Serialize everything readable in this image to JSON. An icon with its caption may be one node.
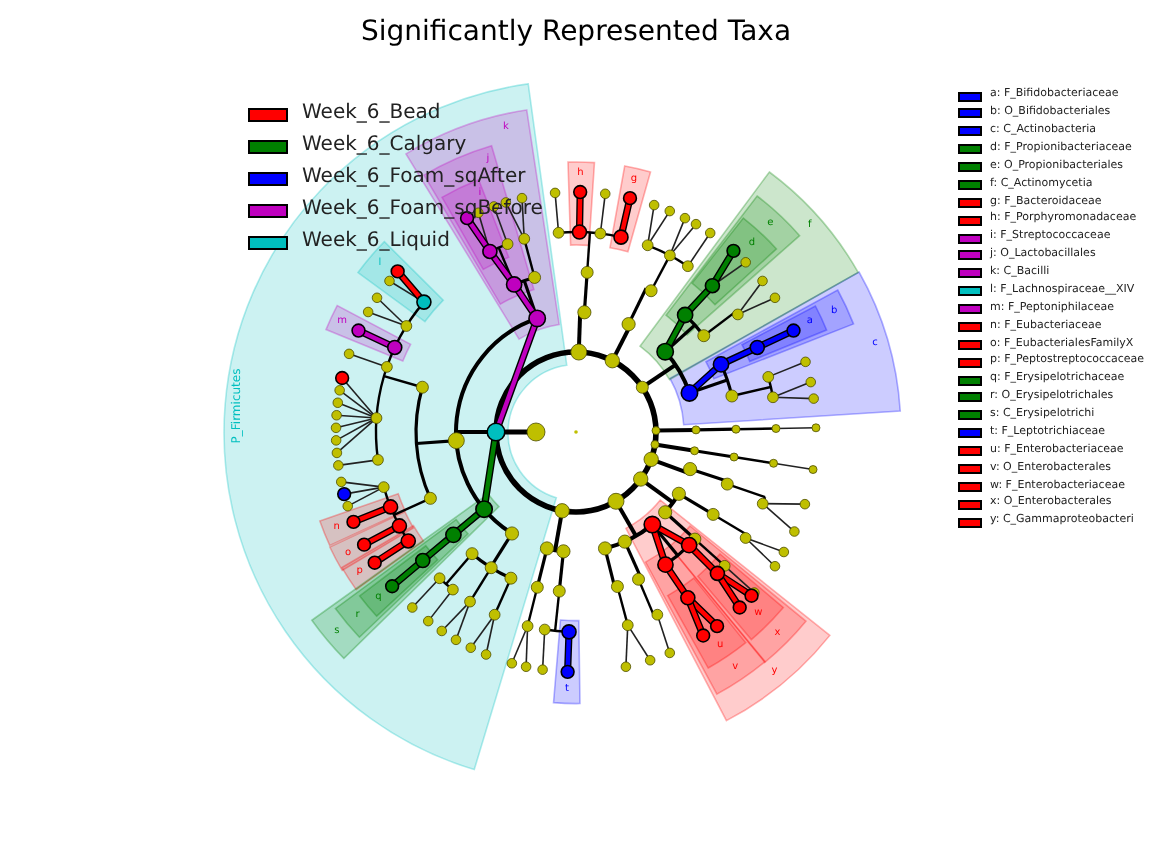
{
  "diagram": {
    "title": "Significantly Represented Taxa",
    "nodes": [
      {
        "text": [
          "P_Firmicutes"
        ]
      },
      {
        "text": [
          "c"
        ]
      },
      {
        "text": [
          "b"
        ],
        "in": 1
      },
      {
        "text": [
          "a"
        ],
        "in": 2
      },
      {
        "text": [
          "f"
        ]
      },
      {
        "text": [
          "e"
        ],
        "in": 4
      },
      {
        "text": [
          "d"
        ],
        "in": 5
      },
      {
        "text": [
          "g"
        ]
      },
      {
        "text": [
          "h"
        ]
      },
      {
        "text": [
          "k"
        ],
        "in": 0
      },
      {
        "text": [
          "j"
        ],
        "in": 9
      },
      {
        "text": [
          "i"
        ],
        "in": 10
      },
      {
        "text": [
          "l"
        ],
        "in": 0
      },
      {
        "text": [
          "m"
        ],
        "in": 0
      },
      {
        "text": [
          "n"
        ],
        "in": 0
      },
      {
        "text": [
          "o"
        ],
        "in": 0
      },
      {
        "text": [
          "p"
        ],
        "in": 0
      },
      {
        "text": [
          "s"
        ],
        "in": 0
      },
      {
        "text": [
          "r"
        ],
        "in": 17
      },
      {
        "text": [
          "q"
        ],
        "in": 18
      },
      {
        "text": [
          "t"
        ]
      },
      {
        "text": [
          "y"
        ]
      },
      {
        "text": [
          "x"
        ],
        "in": 21
      },
      {
        "text": [
          "w"
        ],
        "in": 22
      },
      {
        "text": [
          "v"
        ],
        "in": 21
      },
      {
        "text": [
          "u"
        ],
        "in": 24
      }
    ],
    "legend": [
      {
        "text": "Week_6_Bead",
        "color": "#ff0000"
      },
      {
        "text": "Week_6_Calgary",
        "color": "#008000"
      },
      {
        "text": "Week_6_Foam_sqAfter",
        "color": "#0000ff"
      },
      {
        "text": "Week_6_Foam_sqBefore",
        "color": "#bf00bf"
      },
      {
        "text": "Week_6_Liquid",
        "color": "#00bfbf"
      },
      {
        "text": "a: F_Bifidobacteriaceae",
        "color": "#0000ff"
      },
      {
        "text": "b: O_Bifidobacteriales",
        "color": "#0000ff"
      },
      {
        "text": "c: C_Actinobacteria",
        "color": "#0000ff"
      },
      {
        "text": "d: F_Propionibacteriaceae",
        "color": "#008000"
      },
      {
        "text": "e: O_Propionibacteriales",
        "color": "#008000"
      },
      {
        "text": "f: C_Actinomycetia",
        "color": "#008000"
      },
      {
        "text": "g: F_Bacteroidaceae",
        "color": "#ff0000"
      },
      {
        "text": "h: F_Porphyromonadaceae",
        "color": "#ff0000"
      },
      {
        "text": "i: F_Streptococcaceae",
        "color": "#bf00bf"
      },
      {
        "text": "j: O_Lactobacillales",
        "color": "#bf00bf"
      },
      {
        "text": "k: C_Bacilli",
        "color": "#bf00bf"
      },
      {
        "text": "l: F_Lachnospiraceae__XIV",
        "color": "#00bfbf"
      },
      {
        "text": "m: F_Peptoniphilaceae",
        "color": "#bf00bf"
      },
      {
        "text": "n: F_Eubacteriaceae",
        "color": "#ff0000"
      },
      {
        "text": "o: F_EubacterialesFamilyX",
        "color": "#ff0000"
      },
      {
        "text": "p: F_Peptostreptococcaceae",
        "color": "#ff0000"
      },
      {
        "text": "q: F_Erysipelotrichaceae",
        "color": "#008000"
      },
      {
        "text": "r: O_Erysipelotrichales",
        "color": "#008000"
      },
      {
        "text": "s: C_Erysipelotrichi",
        "color": "#008000"
      },
      {
        "text": "t: F_Leptotrichiaceae",
        "color": "#0000ff"
      },
      {
        "text": "u: F_Enterobacteriaceae",
        "color": "#ff0000"
      },
      {
        "text": "v: O_Enterobacterales",
        "color": "#ff0000"
      },
      {
        "text": "w: F_Enterobacteriaceae",
        "color": "#ff0000"
      },
      {
        "text": "x: O_Enterobacterales",
        "color": "#ff0000"
      },
      {
        "text": "y: C_Gammaproteobacteri",
        "color": "#ff0000"
      }
    ]
  }
}
